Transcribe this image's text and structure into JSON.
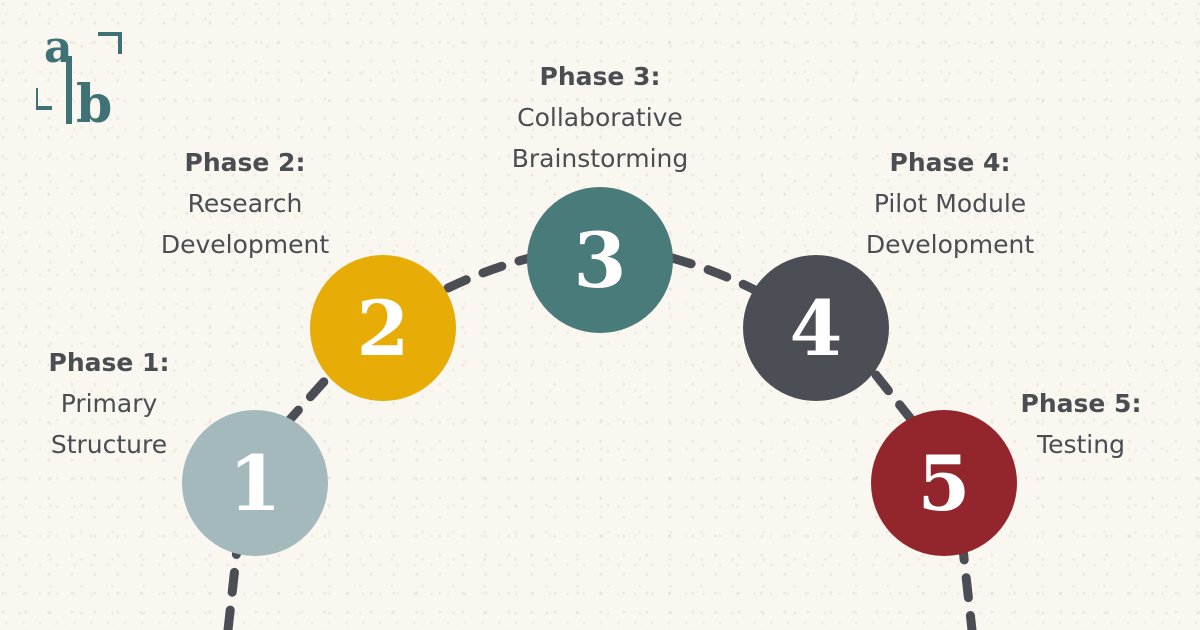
{
  "colors": {
    "background": "#faf6f0",
    "path": "#4b4e54",
    "text": "#4a4d52",
    "logo": "#3f7274"
  },
  "logo": {
    "icon": "ab-monogram-logo"
  },
  "phases": [
    {
      "number": "1",
      "title": "Phase 1:",
      "desc": [
        "Primary",
        "Structure"
      ],
      "color": "#a3b9bb"
    },
    {
      "number": "2",
      "title": "Phase 2:",
      "desc": [
        "Research",
        "Development"
      ],
      "color": "#e7ac05"
    },
    {
      "number": "3",
      "title": "Phase 3:",
      "desc": [
        "Collaborative",
        "Brainstorming"
      ],
      "color": "#4a7b7b"
    },
    {
      "number": "4",
      "title": "Phase 4:",
      "desc": [
        "Pilot Module",
        "Development"
      ],
      "color": "#4b4e54"
    },
    {
      "number": "5",
      "title": "Phase 5:",
      "desc": [
        "Testing"
      ],
      "color": "#93262c"
    }
  ]
}
